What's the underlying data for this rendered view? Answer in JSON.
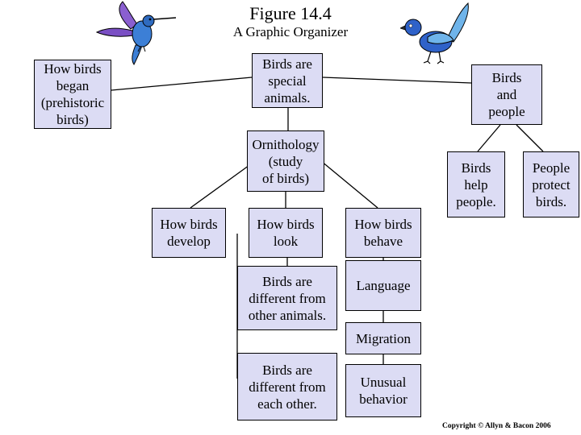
{
  "figure_title": "Figure 14.4",
  "subtitle": "A Graphic Organizer",
  "nodes": {
    "how_birds_began": "How birds\nbegan\n(prehistoric\nbirds)",
    "birds_special": "Birds are\nspecial\nanimals.",
    "birds_and_people": "Birds\nand\npeople",
    "ornithology": "Ornithology\n(study\nof birds)",
    "birds_help_people": "Birds\nhelp\npeople.",
    "people_protect_birds": "People\nprotect\nbirds.",
    "how_birds_develop": "How birds\ndevelop",
    "how_birds_look": "How birds\nlook",
    "how_birds_behave": "How birds\nbehave",
    "different_from_other_animals": "Birds are\ndifferent from\nother animals.",
    "language": "Language",
    "migration": "Migration",
    "different_from_each_other": "Birds are\ndifferent from\neach other.",
    "unusual_behavior": "Unusual\nbehavior"
  },
  "copyright": "Copyright ©  Allyn & Bacon 2006",
  "colors": {
    "node_fill": "#dcdcf4",
    "hummingbird_body": "#3c7fd6",
    "hummingbird_wing": "#8a5fd0",
    "bluebird_body": "#2f62c9",
    "bluebird_wing": "#6fb4ea"
  },
  "icons": [
    "hummingbird-illustration",
    "bluebird-illustration"
  ]
}
